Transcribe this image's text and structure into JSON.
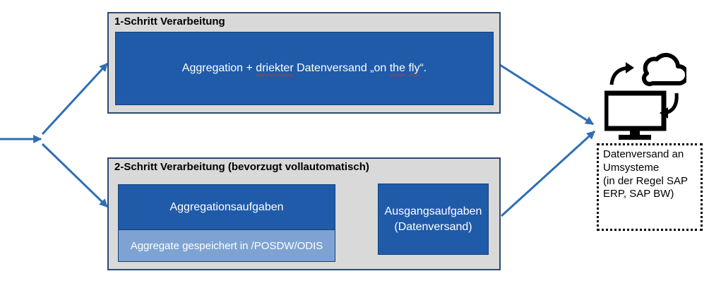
{
  "panel1": {
    "title": "1-Schritt Verarbeitung",
    "content_prefix": "Aggregation + ",
    "content_flagged": "driekter",
    "content_mid": " Datenversand „on ",
    "content_the": "the",
    "content_space": " ",
    "content_fly": "fly",
    "content_suffix": "“."
  },
  "panel2": {
    "title": "2-Schritt Verarbeitung (bevorzugt vollautomatisch)",
    "aggregation_tasks": "Aggregationsaufgaben",
    "stored_aggregates": "Aggregate gespeichert in /POSDW/ODIS",
    "output_tasks_line1": "Ausgangsaufgaben",
    "output_tasks_line2": "(Datenversand)"
  },
  "target": {
    "text": "Datenversand an\nUmsysteme\n(in der Regel SAP\nERP, SAP BW)",
    "icon": "computer-cloud-sync-icon"
  },
  "colors": {
    "arrow": "#2f6eb5",
    "box_dark": "#1f5ba8",
    "box_light": "#7ea3d2",
    "panel_bg": "#d9d9d9"
  }
}
